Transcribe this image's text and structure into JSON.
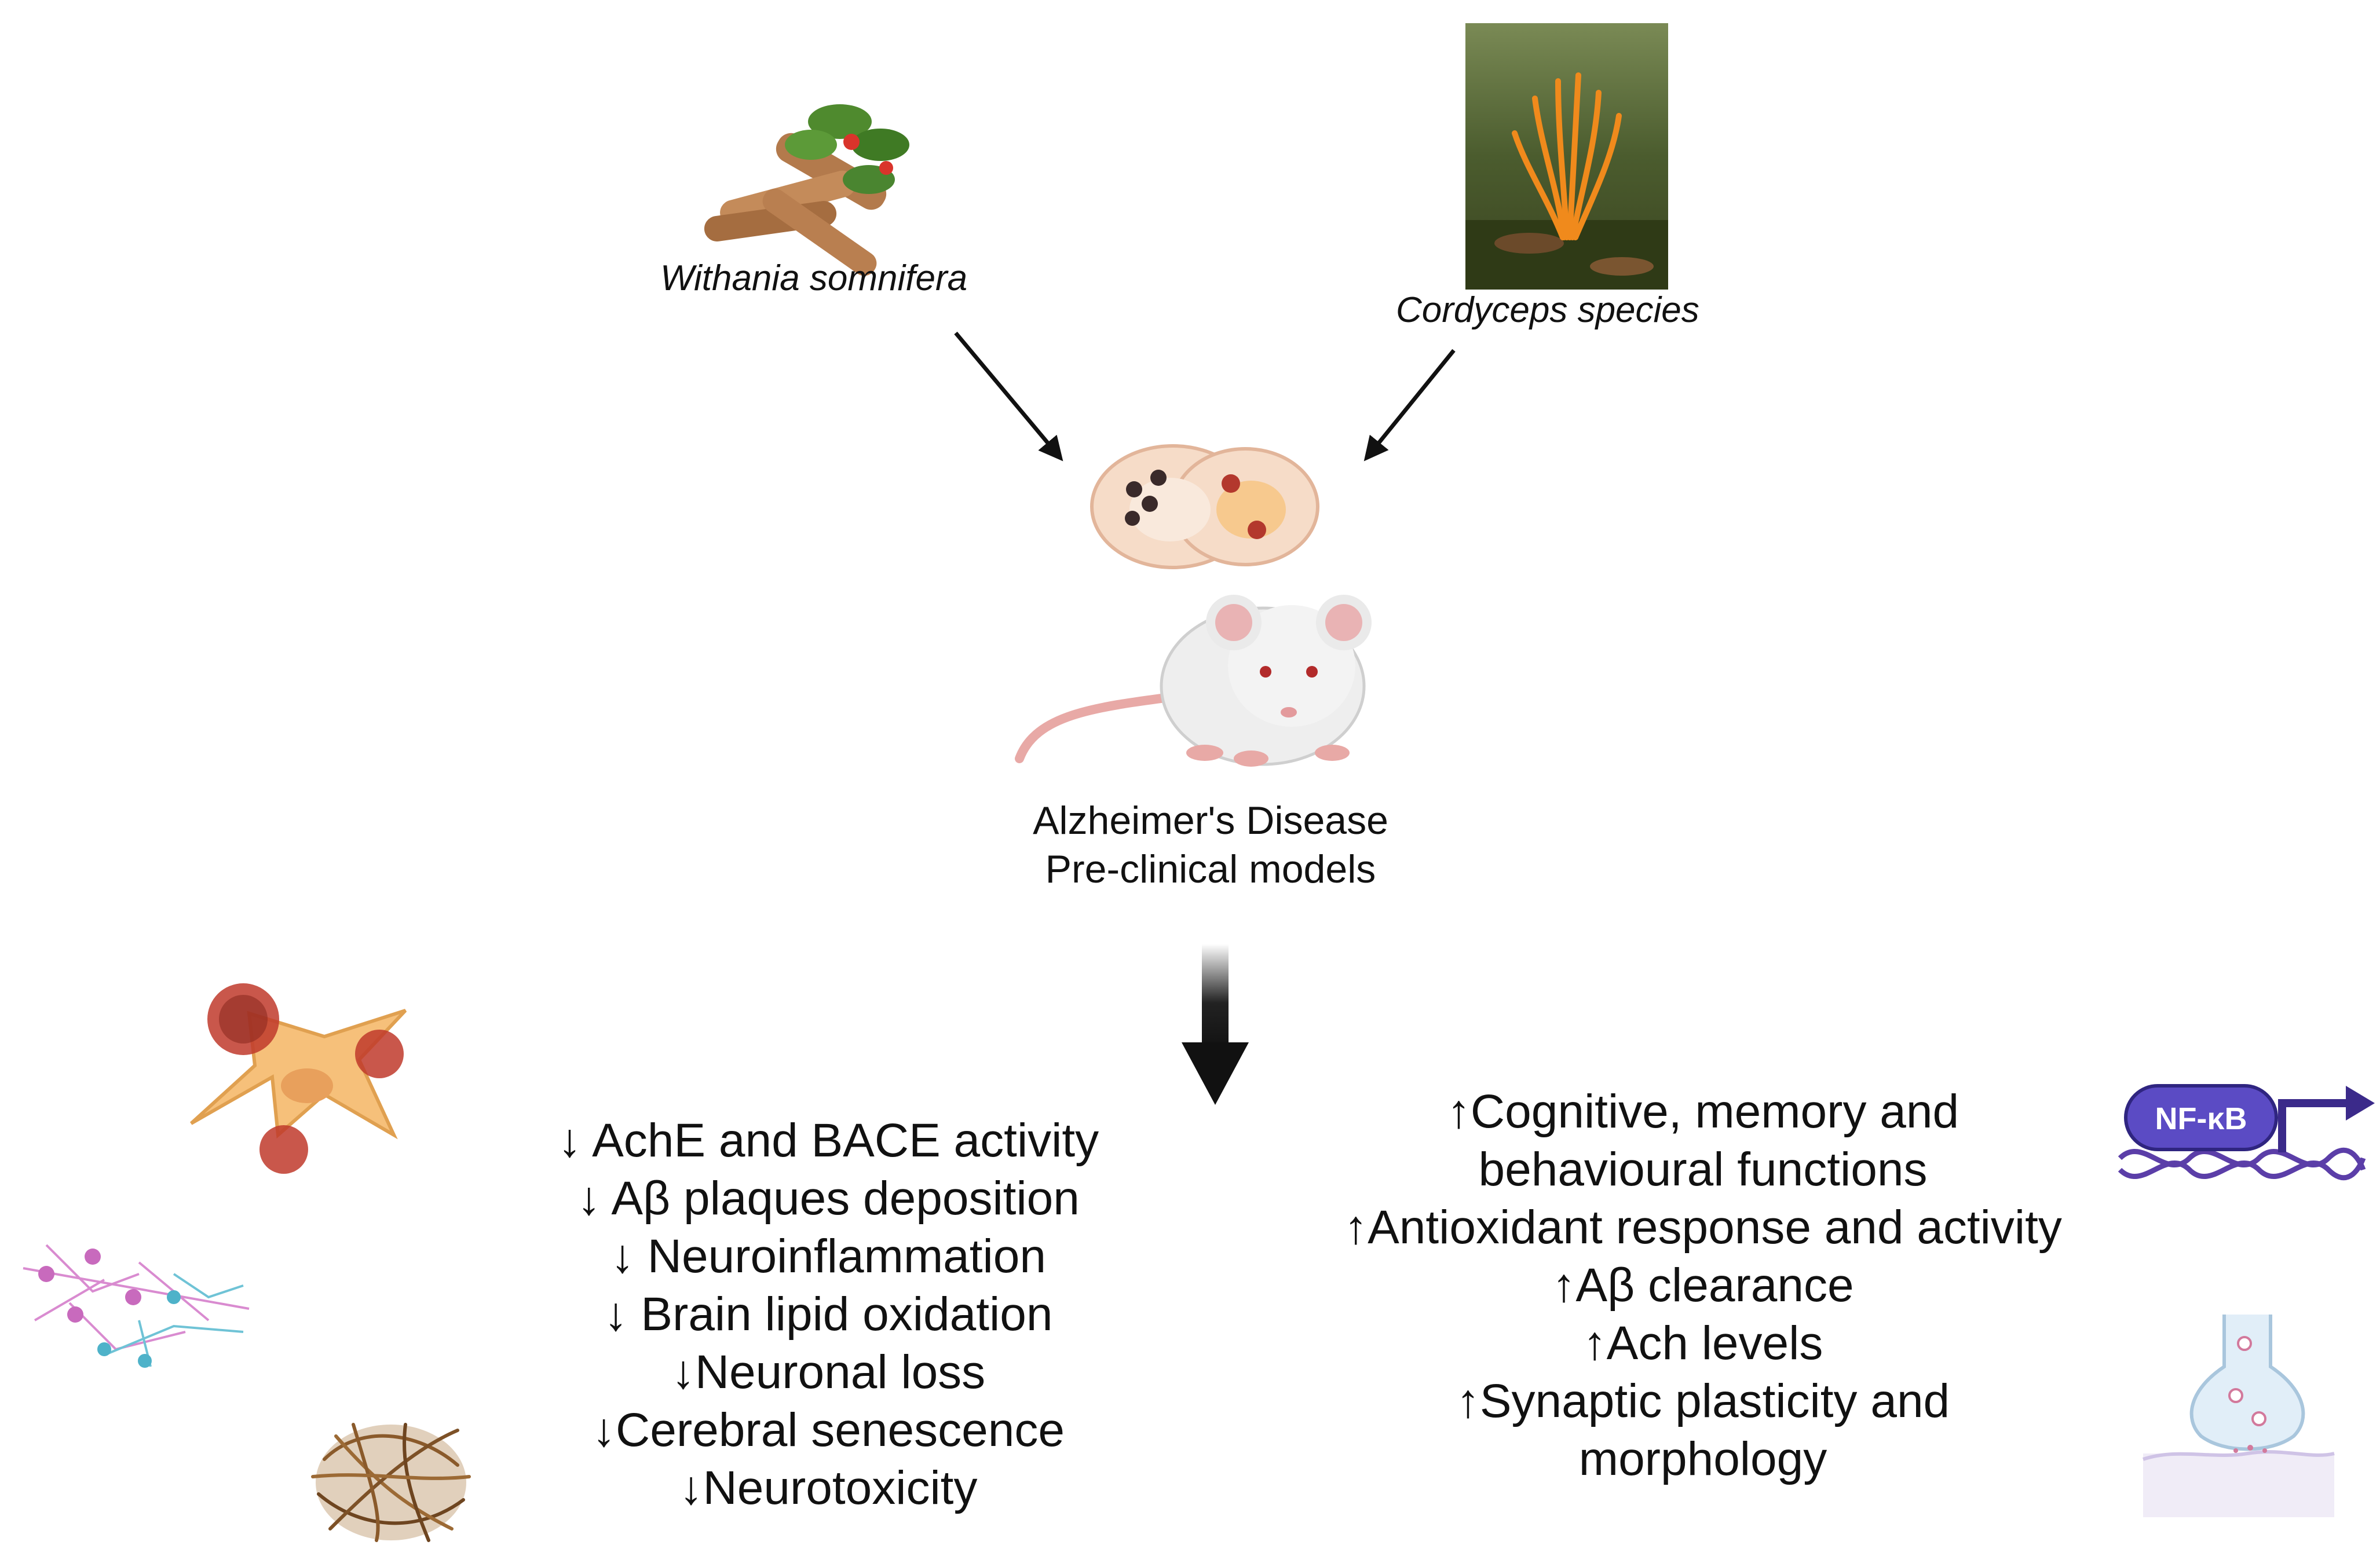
{
  "sources": {
    "withania": {
      "label": "Withania somnifera"
    },
    "cordyceps": {
      "label": "Cordyceps species"
    }
  },
  "model": {
    "line1": "Alzheimer's Disease",
    "line2": "Pre-clinical models"
  },
  "decreases": [
    "↓ AchE and BACE activity",
    "↓ Aβ plaques deposition",
    "↓ Neuroinflammation",
    "↓ Brain lipid oxidation",
    "↓Neuronal loss",
    "↓Cerebral senescence",
    "↓Neurotoxicity"
  ],
  "increases": [
    "↑Cognitive, memory and",
    "behavioural functions",
    "↑Antioxidant response and activity",
    "↑Aβ clearance",
    "↑Ach levels",
    "↑Synaptic plasticity and",
    "morphology"
  ],
  "nfkb": {
    "label": "NF-κB"
  },
  "icons": [
    "ashwagandha-root-icon",
    "cordyceps-mushroom-icon",
    "brain-plaques-icon",
    "mouse-icon",
    "microglia-icon",
    "neurons-icon",
    "tau-tangle-icon",
    "nfkb-gene-icon",
    "synapse-icon"
  ],
  "colors": {
    "arrow": "#111111",
    "nfkb_fill": "#5b4bc4",
    "dna": "#5b3ea8",
    "microglia": "#f6c07a",
    "plaque": "#c0392b"
  }
}
